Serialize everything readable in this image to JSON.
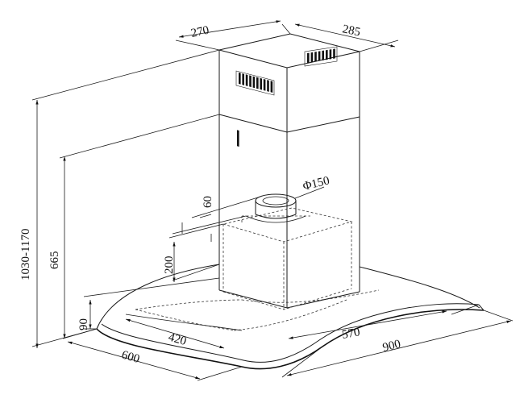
{
  "dimensions": {
    "chimney_depth": "270",
    "chimney_width": "285",
    "total_height": "1030-1170",
    "lower_height": "665",
    "outlet_diameter": "Φ150",
    "outlet_height": "60",
    "motor_height": "200",
    "glass_height": "90",
    "motor_width": "420",
    "glass_inner_width": "570",
    "hood_width": "900",
    "hood_depth": "600"
  }
}
